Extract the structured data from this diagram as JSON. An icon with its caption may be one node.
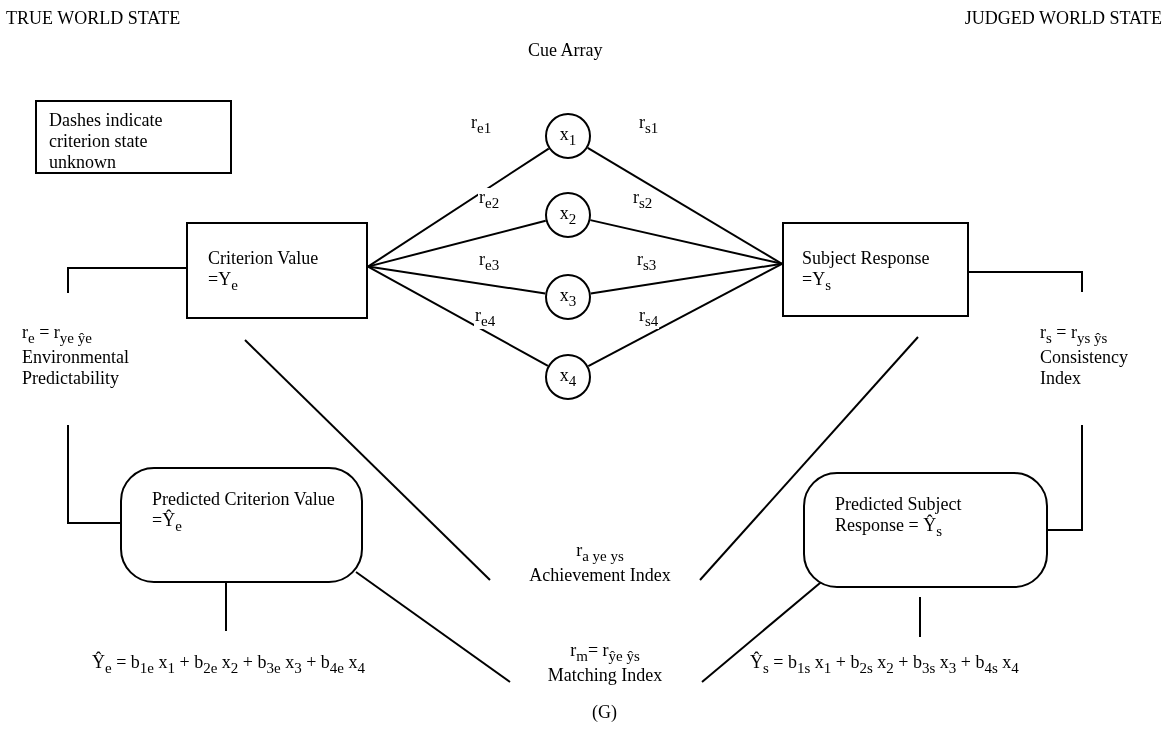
{
  "diagram": {
    "nodes": [
      {
        "text": [
          "Dashes indicate criterion state unknown"
        ]
      },
      {
        "text": [
          "Criterion Value =Y$_{e}$"
        ]
      },
      {
        "text": [
          "x$_{1}$"
        ]
      },
      {
        "text": [
          "x$_{2}$"
        ]
      },
      {
        "text": [
          "x$_{3}$"
        ]
      },
      {
        "text": [
          "x$_{4}$"
        ]
      },
      {
        "text": [
          "Subject Response =Y$_{s}$"
        ]
      },
      {
        "text": [
          "r$_{e}$ = r$_{ye ŷe}$",
          "Environmental Predictability"
        ]
      },
      {
        "text": [
          "Predicted Criterion Value =Ŷ$_{e}$"
        ]
      },
      {
        "text": [
          "r$_{s}$ = r$_{ys ŷs}$",
          "Consistency Index"
        ]
      },
      {
        "text": [
          "Predicted Subject Response = Ŷ$_{s}$"
        ]
      },
      {
        "text": [
          "r$_{a ye ys}$",
          "Achievement Index"
        ]
      },
      {
        "text": [
          "r$_{m}$= r$_{ŷe ŷs}$",
          "Matching Index"
        ]
      },
      {
        "text": [
          "Ŷ$_{e}$ = b$_{1e}$ x$_{1}$ + b$_{2e}$ x$_{2}$ + b$_{3e}$ x$_{3}$ + b$_{4e}$ x$_{4}$"
        ]
      },
      {
        "text": [
          "Ŷ$_{s}$ = b$_{1s}$ x$_{1}$ + b$_{2s}$ x$_{2}$ + b$_{3s}$ x$_{3}$ + b$_{4s}$ x$_{4}$"
        ]
      }
    ],
    "edges": [
      {
        "from": 1,
        "to": 2,
        "arrow": "none",
        "label": "r$_{e1}$"
      },
      {
        "from": 1,
        "to": 3,
        "arrow": "none",
        "label": "r$_{e2}$"
      },
      {
        "from": 1,
        "to": 4,
        "arrow": "none",
        "label": "r$_{e3}$"
      },
      {
        "from": 1,
        "to": 5,
        "arrow": "none",
        "label": "r$_{e4}$"
      },
      {
        "from": 2,
        "to": 6,
        "arrow": "none",
        "label": "r$_{s1}$"
      },
      {
        "from": 3,
        "to": 6,
        "arrow": "none",
        "label": "r$_{s2}$"
      },
      {
        "from": 4,
        "to": 6,
        "arrow": "none",
        "label": "r$_{s3}$"
      },
      {
        "from": 5,
        "to": 6,
        "arrow": "none",
        "label": "r$_{s4}$"
      },
      {
        "from": 1,
        "to": 7,
        "arrow": "none"
      },
      {
        "from": 7,
        "to": 8,
        "arrow": "none"
      },
      {
        "from": 6,
        "to": 9,
        "arrow": "none"
      },
      {
        "from": 9,
        "to": 10,
        "arrow": "none"
      },
      {
        "from": 1,
        "to": 11,
        "arrow": "none"
      },
      {
        "from": 6,
        "to": 11,
        "arrow": "none"
      },
      {
        "from": 8,
        "to": 12,
        "arrow": "none"
      },
      {
        "from": 10,
        "to": 12,
        "arrow": "none"
      },
      {
        "from": 8,
        "to": 13,
        "arrow": "none"
      },
      {
        "from": 10,
        "to": 14,
        "arrow": "none"
      }
    ],
    "labels": [
      "TRUE WORLD STATE",
      "JUDGED WORLD STATE",
      "Cue Array",
      "(G)"
    ]
  }
}
